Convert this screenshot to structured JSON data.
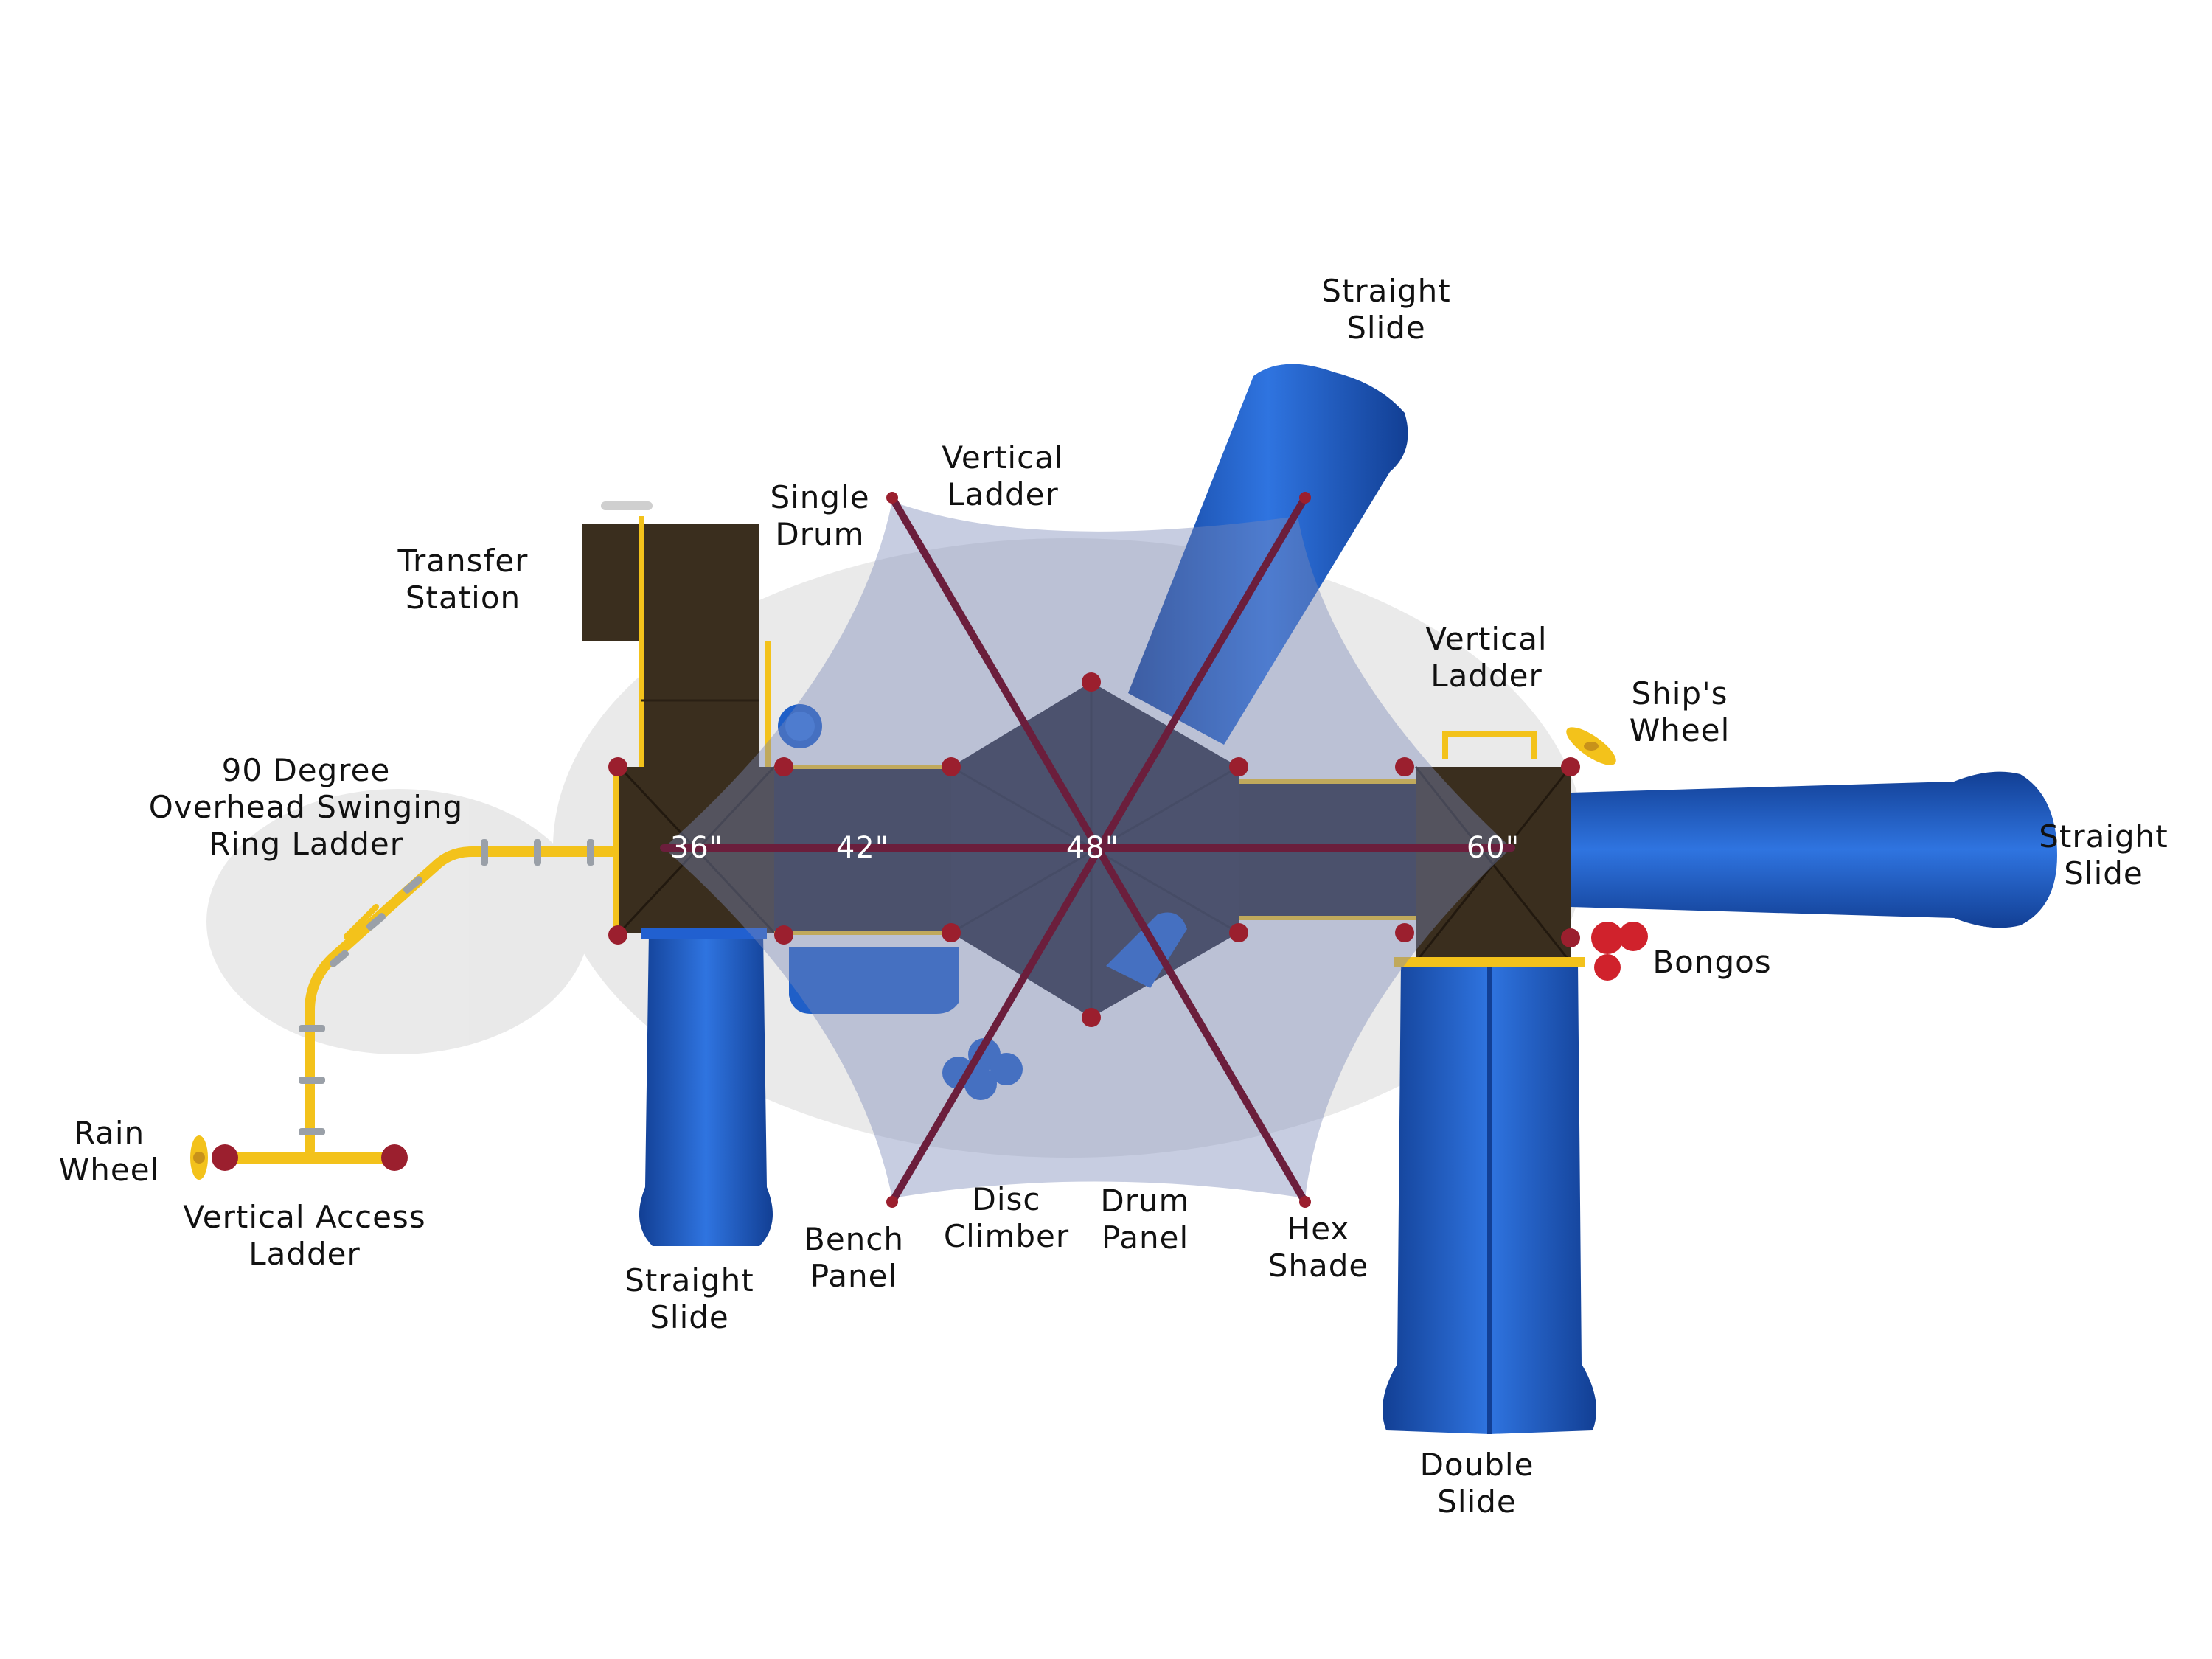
{
  "colors": {
    "slide": "#1f5fc8",
    "slide_dark": "#123f94",
    "deck": "#3a2e1e",
    "rail": "#f3c21b",
    "post_cap": "#9b1f2e",
    "shade": "#7a87b8",
    "shade_frame": "#6b1e3c",
    "bongo": "#d0222c"
  },
  "labels": {
    "straight_slide_top": "Straight\nSlide",
    "vertical_ladder_left": "Vertical\nLadder",
    "single_drum": "Single\nDrum",
    "transfer_station": "Transfer\nStation",
    "vertical_ladder_right": "Vertical\nLadder",
    "ships_wheel": "Ship's\nWheel",
    "ring_ladder": "90 Degree\nOverhead Swinging\nRing Ladder",
    "straight_slide_right": "Straight\nSlide",
    "bongos": "Bongos",
    "rain_wheel": "Rain\nWheel",
    "vertical_access_ladder": "Vertical Access\nLadder",
    "straight_slide_bottom": "Straight\nSlide",
    "bench_panel": "Bench\nPanel",
    "disc_climber": "Disc\nClimber",
    "drum_panel": "Drum\nPanel",
    "hex_shade": "Hex\nShade",
    "double_slide": "Double\nSlide"
  },
  "deck_heights": {
    "h36": "36\"",
    "h42": "42\"",
    "h48": "48\"",
    "h60": "60\""
  },
  "icons": [
    "ships-wheel-icon",
    "rain-wheel-icon",
    "bongos-icon",
    "single-drum-icon"
  ]
}
